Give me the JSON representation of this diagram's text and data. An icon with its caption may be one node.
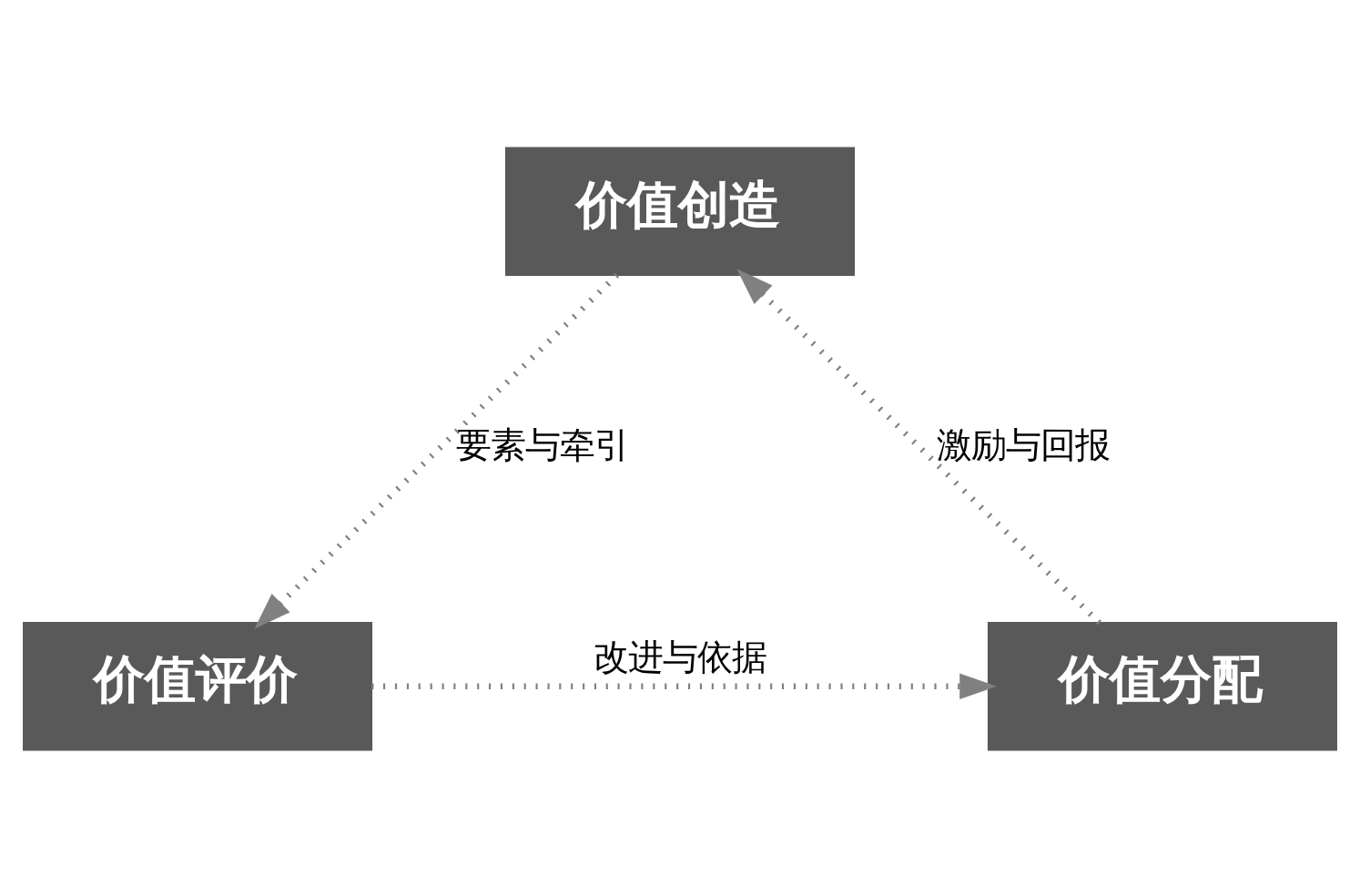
{
  "diagram": {
    "nodes": [
      {
        "text": [
          "价值创造"
        ]
      },
      {
        "text": [
          "价值评价"
        ]
      },
      {
        "text": [
          "价值分配"
        ]
      }
    ],
    "edges": [
      {
        "from": 0,
        "to": 1,
        "arrow": "to",
        "label": "要素与牵引",
        "style": "dashed"
      },
      {
        "from": 1,
        "to": 2,
        "arrow": "to",
        "label": "改进与依据",
        "style": "dashed"
      },
      {
        "from": 2,
        "to": 0,
        "arrow": "to",
        "label": "激励与回报",
        "style": "dashed"
      }
    ]
  }
}
